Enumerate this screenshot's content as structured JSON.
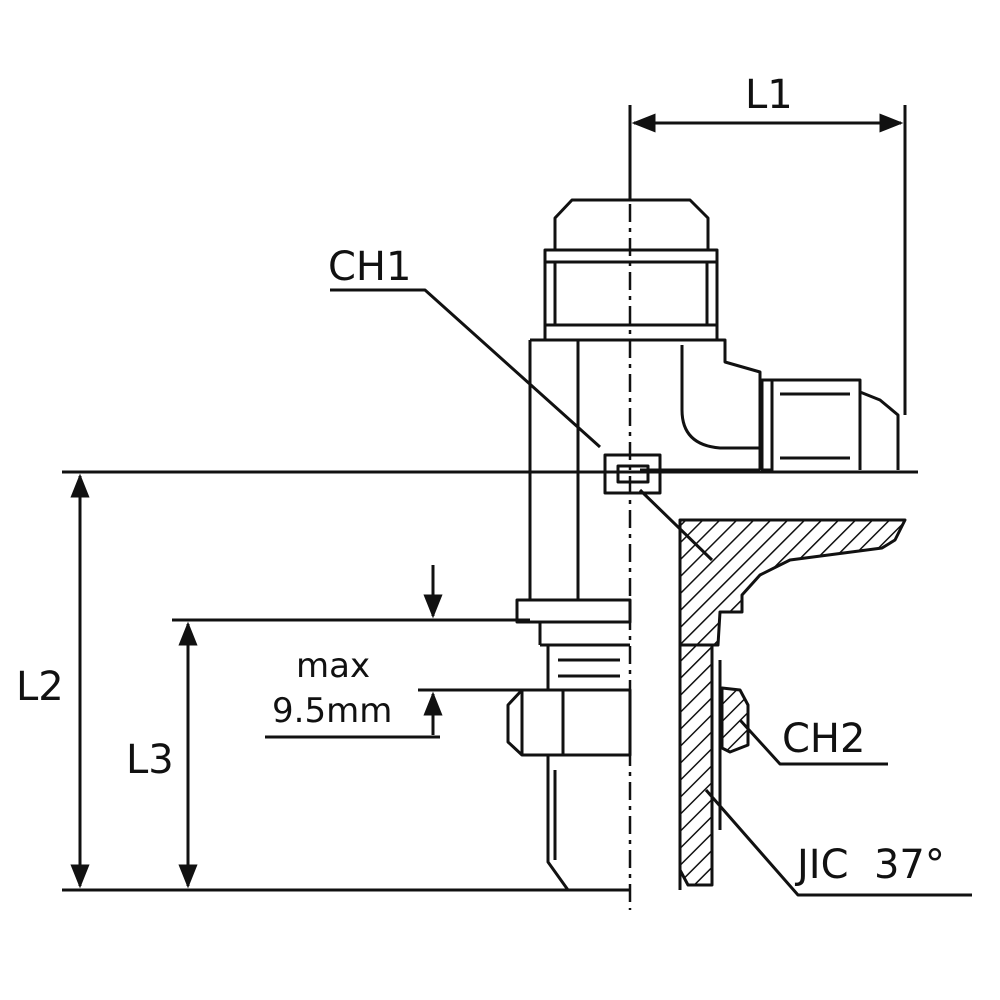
{
  "labels": {
    "l1": "L1",
    "l2": "L2",
    "l3": "L3",
    "ch1": "CH1",
    "ch2": "CH2",
    "max": "max",
    "max_value": "9.5mm",
    "thread": "JIC  37°"
  },
  "colors": {
    "line": "#111111",
    "background": "#ffffff"
  }
}
